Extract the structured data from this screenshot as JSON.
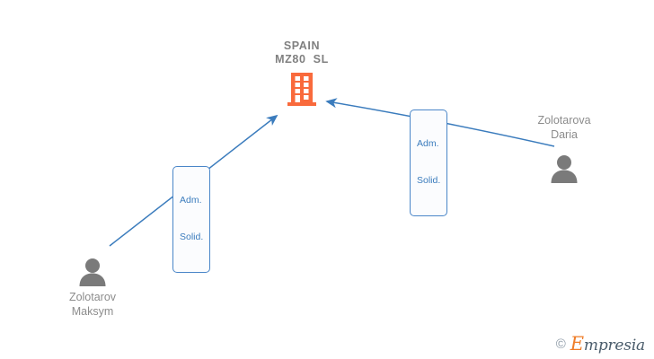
{
  "diagram": {
    "background_color": "#ffffff",
    "company": {
      "name_line1": "SPAIN",
      "name_line2": "MZ80  SL",
      "icon": "building-icon",
      "icon_color": "#f96a3c"
    },
    "persons": [
      {
        "id": "person-left",
        "name_line1": "Zolotarov",
        "name_line2": "Maksym",
        "icon": "person-icon",
        "icon_color": "#7a7a7a",
        "label_position": "below"
      },
      {
        "id": "person-right",
        "name_line1": "Zolotarova",
        "name_line2": "Daria",
        "icon": "person-icon",
        "icon_color": "#7a7a7a",
        "label_position": "above"
      }
    ],
    "relations": [
      {
        "id": "relation-left",
        "from": "person-left",
        "to": "company",
        "label_line1": "Adm.",
        "label_line2": "Solid.",
        "edge_color": "#3b7cbd"
      },
      {
        "id": "relation-right",
        "from": "person-right",
        "to": "company",
        "label_line1": "Adm.",
        "label_line2": "Solid.",
        "edge_color": "#3b7cbd"
      }
    ],
    "watermark": {
      "copyright_symbol": "©",
      "brand_initial": "E",
      "brand_rest": "mpresia",
      "initial_color": "#ef7d29",
      "rest_color": "#4a5c6b"
    }
  }
}
